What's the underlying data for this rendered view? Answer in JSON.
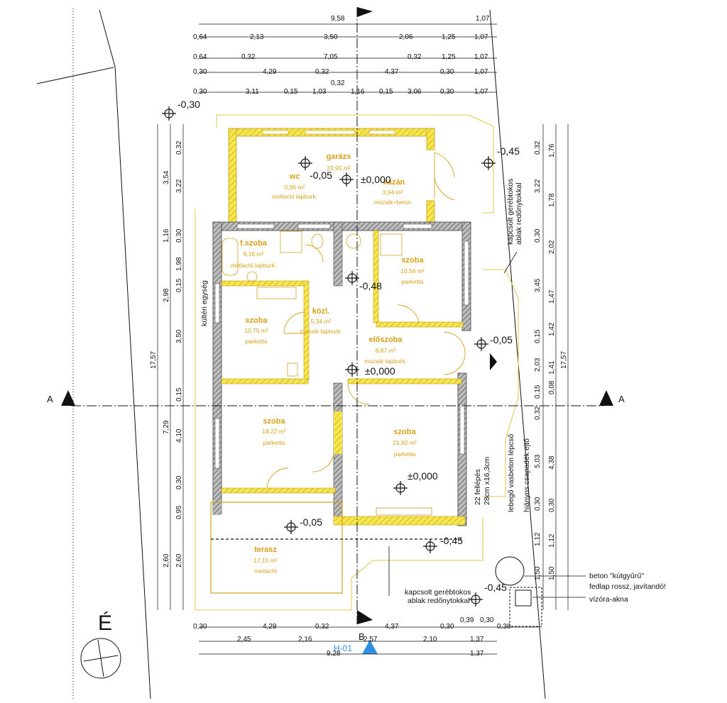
{
  "top_dims": {
    "row1": [
      "9,58",
      "1,07"
    ],
    "row2": [
      "0,64",
      "2,13",
      "3,50",
      "2,06",
      "1,25",
      "1,07"
    ],
    "row3": [
      "0,64",
      "0,32",
      "7,05",
      "0,32",
      "1,25",
      "1,07"
    ],
    "row4": [
      "0,30",
      "4,29",
      "0,32",
      "4,37",
      "0,30",
      "1,07"
    ],
    "row4b": "0,32",
    "row5": [
      "0,30",
      "3,11",
      "0,15",
      "1,03",
      "1,16",
      "0,15",
      "3,06",
      "0,30",
      "1,07"
    ]
  },
  "bottom_dims": {
    "row1": [
      "0,30",
      "4,29",
      "0,32",
      "4,37",
      "0,30",
      "0,39",
      "0,30",
      "0,38"
    ],
    "row2": [
      "2,45",
      "2,16",
      "2,57",
      "2,10",
      "1,37"
    ],
    "row3": [
      "9,28",
      "1,37"
    ]
  },
  "left_dims": {
    "outer": "17,57",
    "mid": [
      "3,54",
      "2,98",
      "7,29",
      "2,60"
    ],
    "inner": [
      "0,32",
      "3,22",
      "1,16",
      "1,98",
      "0,15",
      "3,50",
      "0,15",
      "4,10",
      "0,30",
      "0,95",
      "2,60"
    ],
    "extra": "0,30"
  },
  "right_dims": {
    "outer": "17,57",
    "mid": [
      "0,32",
      "3,22",
      "0,30",
      "3,45",
      "0,15",
      "2,03",
      "0,15",
      "0,32",
      "5,03",
      "0,30",
      "1,12",
      "1,50"
    ],
    "inner": [
      "1,76",
      "1,78",
      "2,02",
      "1,47",
      "1,42",
      "1,41",
      "0,08",
      "4,38",
      "0,30",
      "1,12",
      "1,50"
    ]
  },
  "rooms": {
    "garage": {
      "name": "garázs",
      "area": "22,95 m²"
    },
    "wc": {
      "name": "wc",
      "area": "0,96 m²",
      "finish": "metlachi lapburk."
    },
    "kazan": {
      "name": "kazán",
      "area": "3,94 m²",
      "finish": "mozaik+beton"
    },
    "bath": {
      "name": "f.szoba",
      "area": "6,16 m²",
      "finish": "metlachi lapburk."
    },
    "room_ne": {
      "name": "szoba",
      "area": "10,56 m²",
      "finish": "parketta"
    },
    "room_w": {
      "name": "szoba",
      "area": "10,75 m²",
      "finish": "parketta"
    },
    "kozl": {
      "name": "közl.",
      "area": "5,34 m²",
      "finish": "mozaik lapburk."
    },
    "eloszoba": {
      "name": "előszoba",
      "area": "8,87 m²",
      "finish": "mozaik lapburk."
    },
    "room_sw": {
      "name": "szoba",
      "area": "18,22 m²",
      "finish": "parketta"
    },
    "room_se": {
      "name": "szoba",
      "area": "21,92 m²",
      "finish": "parketta"
    },
    "terrace": {
      "name": "terasz",
      "area": "17,15 m²",
      "finish": "metlachi"
    }
  },
  "levels": {
    "nw": "-0,30",
    "garage_a": "-0,05",
    "garage_b": "±0,000",
    "ne": "-0,45",
    "kozl": "-0,48",
    "entry_out": "-0,05",
    "entry_in": "±0,000",
    "room_se": "±0,000",
    "terrace": "-0,05",
    "south": "-0,45",
    "se": "-0,45"
  },
  "labels": {
    "section_left": "A",
    "section_right": "A",
    "north": "É",
    "unit": "kültéri egység",
    "window_note_top_1": "kapcsolt gerébtokos",
    "window_note_top_2": "ablak redőnytokkal",
    "window_note_bottom_1": "kapcsolt gerébtokos",
    "window_note_bottom_2": "ablak redőnytokkal",
    "stair_1": "22 fellépés",
    "stair_2": "28cm x16,3cm",
    "stair_3": "lebegő vasbeton lépcső",
    "stair_4": "hiányos csapadék ejtő",
    "well_1": "beton \"kútgyűrű\"",
    "well_2": "fedlap rossz, javítandó!",
    "meter": "vízóra-akna",
    "section_b": "B",
    "sheet_ref": "H-01"
  },
  "colors": {
    "wall": "#f2e24a",
    "wall_hatch": "#d6a21c",
    "masonry": "#808080",
    "accent": "#2f8fe0"
  }
}
